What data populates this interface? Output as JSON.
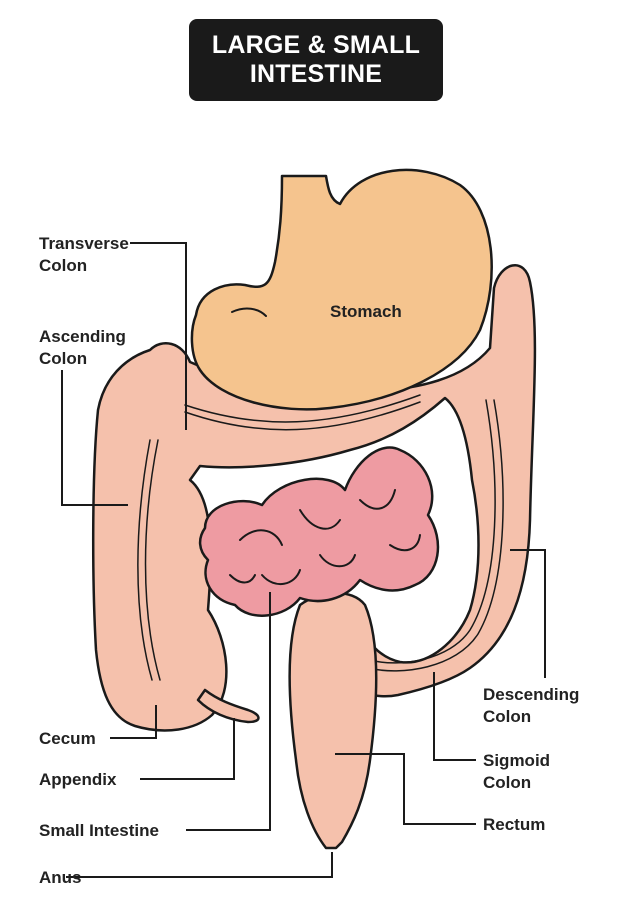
{
  "title": {
    "line1": "LARGE & SMALL",
    "line2": "INTESTINE"
  },
  "colors": {
    "stomach": "#f5c48e",
    "colon": "#f5c1ac",
    "small_intestine": "#ee9ba2",
    "outline": "#1a1a1a",
    "title_bg": "#1a1a1a"
  },
  "labels": {
    "stomach": "Stomach",
    "transverse_colon": [
      "Transverse",
      "Colon"
    ],
    "ascending_colon": [
      "Ascending",
      "Colon"
    ],
    "cecum": "Cecum",
    "appendix": "Appendix",
    "small_intestine": "Small Intestine",
    "anus": "Anus",
    "descending_colon": [
      "Descending",
      "Colon"
    ],
    "sigmoid_colon": [
      "Sigmoid",
      "Colon"
    ],
    "rectum": "Rectum"
  }
}
